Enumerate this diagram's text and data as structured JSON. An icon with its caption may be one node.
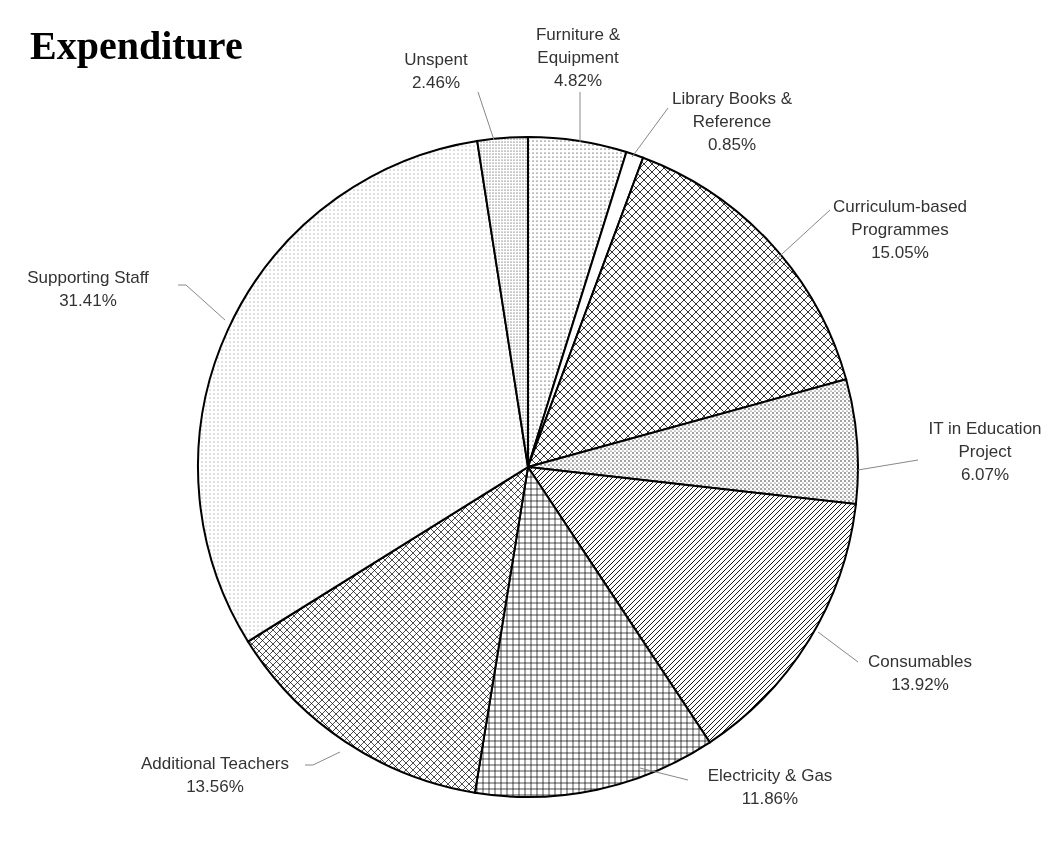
{
  "diagram": {
    "title": "Expenditure",
    "chart_data": {
      "type": "pie",
      "categories": [
        "Furniture & Equipment",
        "Library Books & Reference",
        "Curriculum-based Programmes",
        "IT in Education Project",
        "Consumables",
        "Electricity & Gas",
        "Additional Teachers",
        "Supporting Staff",
        "Unspent"
      ],
      "values": [
        4.82,
        0.85,
        15.05,
        6.07,
        13.92,
        11.86,
        13.56,
        31.41,
        2.46
      ],
      "value_labels": [
        "4.82%",
        "0.85%",
        "15.05%",
        "6.07%",
        "13.92%",
        "11.86%",
        "13.56%",
        "31.41%",
        "2.46%"
      ]
    }
  }
}
